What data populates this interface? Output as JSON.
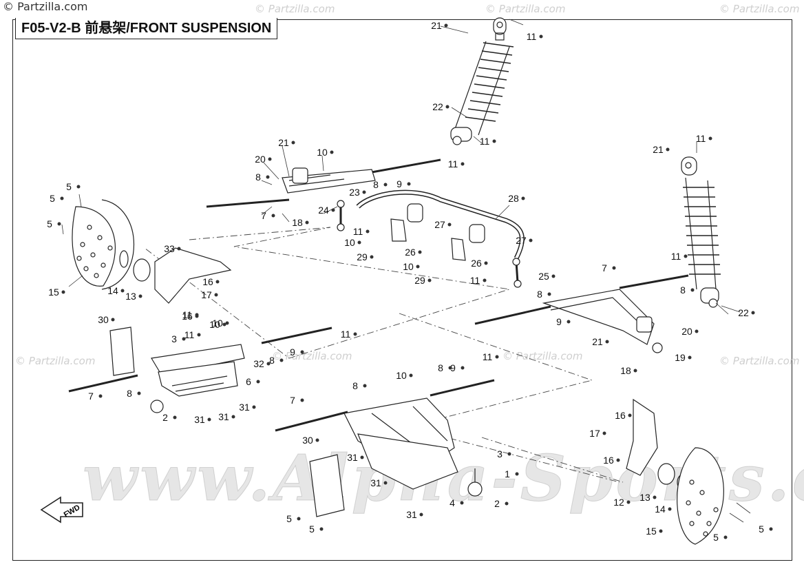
{
  "header": {
    "brand": "© Partzilla.com",
    "diagram_title": "F05-V2-B 前悬架/FRONT SUSPENSION"
  },
  "watermarks": {
    "small": "© Partzilla.com",
    "large": "www.Alpha-Sports.com"
  },
  "fwd_label": "FWD",
  "callouts": [
    {
      "num": "21"
    },
    {
      "num": "11"
    },
    {
      "num": "22"
    },
    {
      "num": "11"
    },
    {
      "num": "21"
    },
    {
      "num": "10"
    },
    {
      "num": "11"
    },
    {
      "num": "20"
    },
    {
      "num": "8"
    },
    {
      "num": "8"
    },
    {
      "num": "9"
    },
    {
      "num": "23"
    },
    {
      "num": "7"
    },
    {
      "num": "18"
    },
    {
      "num": "24"
    },
    {
      "num": "28"
    },
    {
      "num": "11"
    },
    {
      "num": "27"
    },
    {
      "num": "27"
    },
    {
      "num": "10"
    },
    {
      "num": "26"
    },
    {
      "num": "29"
    },
    {
      "num": "10"
    },
    {
      "num": "26"
    },
    {
      "num": "29"
    },
    {
      "num": "11"
    },
    {
      "num": "25"
    },
    {
      "num": "21"
    },
    {
      "num": "11"
    },
    {
      "num": "11"
    },
    {
      "num": "22"
    },
    {
      "num": "5"
    },
    {
      "num": "5"
    },
    {
      "num": "5"
    },
    {
      "num": "33"
    },
    {
      "num": "15"
    },
    {
      "num": "14"
    },
    {
      "num": "13"
    },
    {
      "num": "16"
    },
    {
      "num": "17"
    },
    {
      "num": "16"
    },
    {
      "num": "10"
    },
    {
      "num": "11"
    },
    {
      "num": "8"
    },
    {
      "num": "7"
    },
    {
      "num": "9"
    },
    {
      "num": "8"
    },
    {
      "num": "21"
    },
    {
      "num": "20"
    },
    {
      "num": "19"
    },
    {
      "num": "30"
    },
    {
      "num": "3"
    },
    {
      "num": "11"
    },
    {
      "num": "10"
    },
    {
      "num": "11"
    },
    {
      "num": "9"
    },
    {
      "num": "8"
    },
    {
      "num": "32"
    },
    {
      "num": "6"
    },
    {
      "num": "8"
    },
    {
      "num": "7"
    },
    {
      "num": "2"
    },
    {
      "num": "31"
    },
    {
      "num": "31"
    },
    {
      "num": "31"
    },
    {
      "num": "11"
    },
    {
      "num": "9"
    },
    {
      "num": "8"
    },
    {
      "num": "10"
    },
    {
      "num": "8"
    },
    {
      "num": "18"
    },
    {
      "num": "7"
    },
    {
      "num": "16"
    },
    {
      "num": "17"
    },
    {
      "num": "16"
    },
    {
      "num": "30"
    },
    {
      "num": "3"
    },
    {
      "num": "31"
    },
    {
      "num": "1"
    },
    {
      "num": "31"
    },
    {
      "num": "4"
    },
    {
      "num": "2"
    },
    {
      "num": "12"
    },
    {
      "num": "13"
    },
    {
      "num": "14"
    },
    {
      "num": "5"
    },
    {
      "num": "5"
    },
    {
      "num": "31"
    },
    {
      "num": "5"
    },
    {
      "num": "15"
    },
    {
      "num": "5"
    }
  ]
}
